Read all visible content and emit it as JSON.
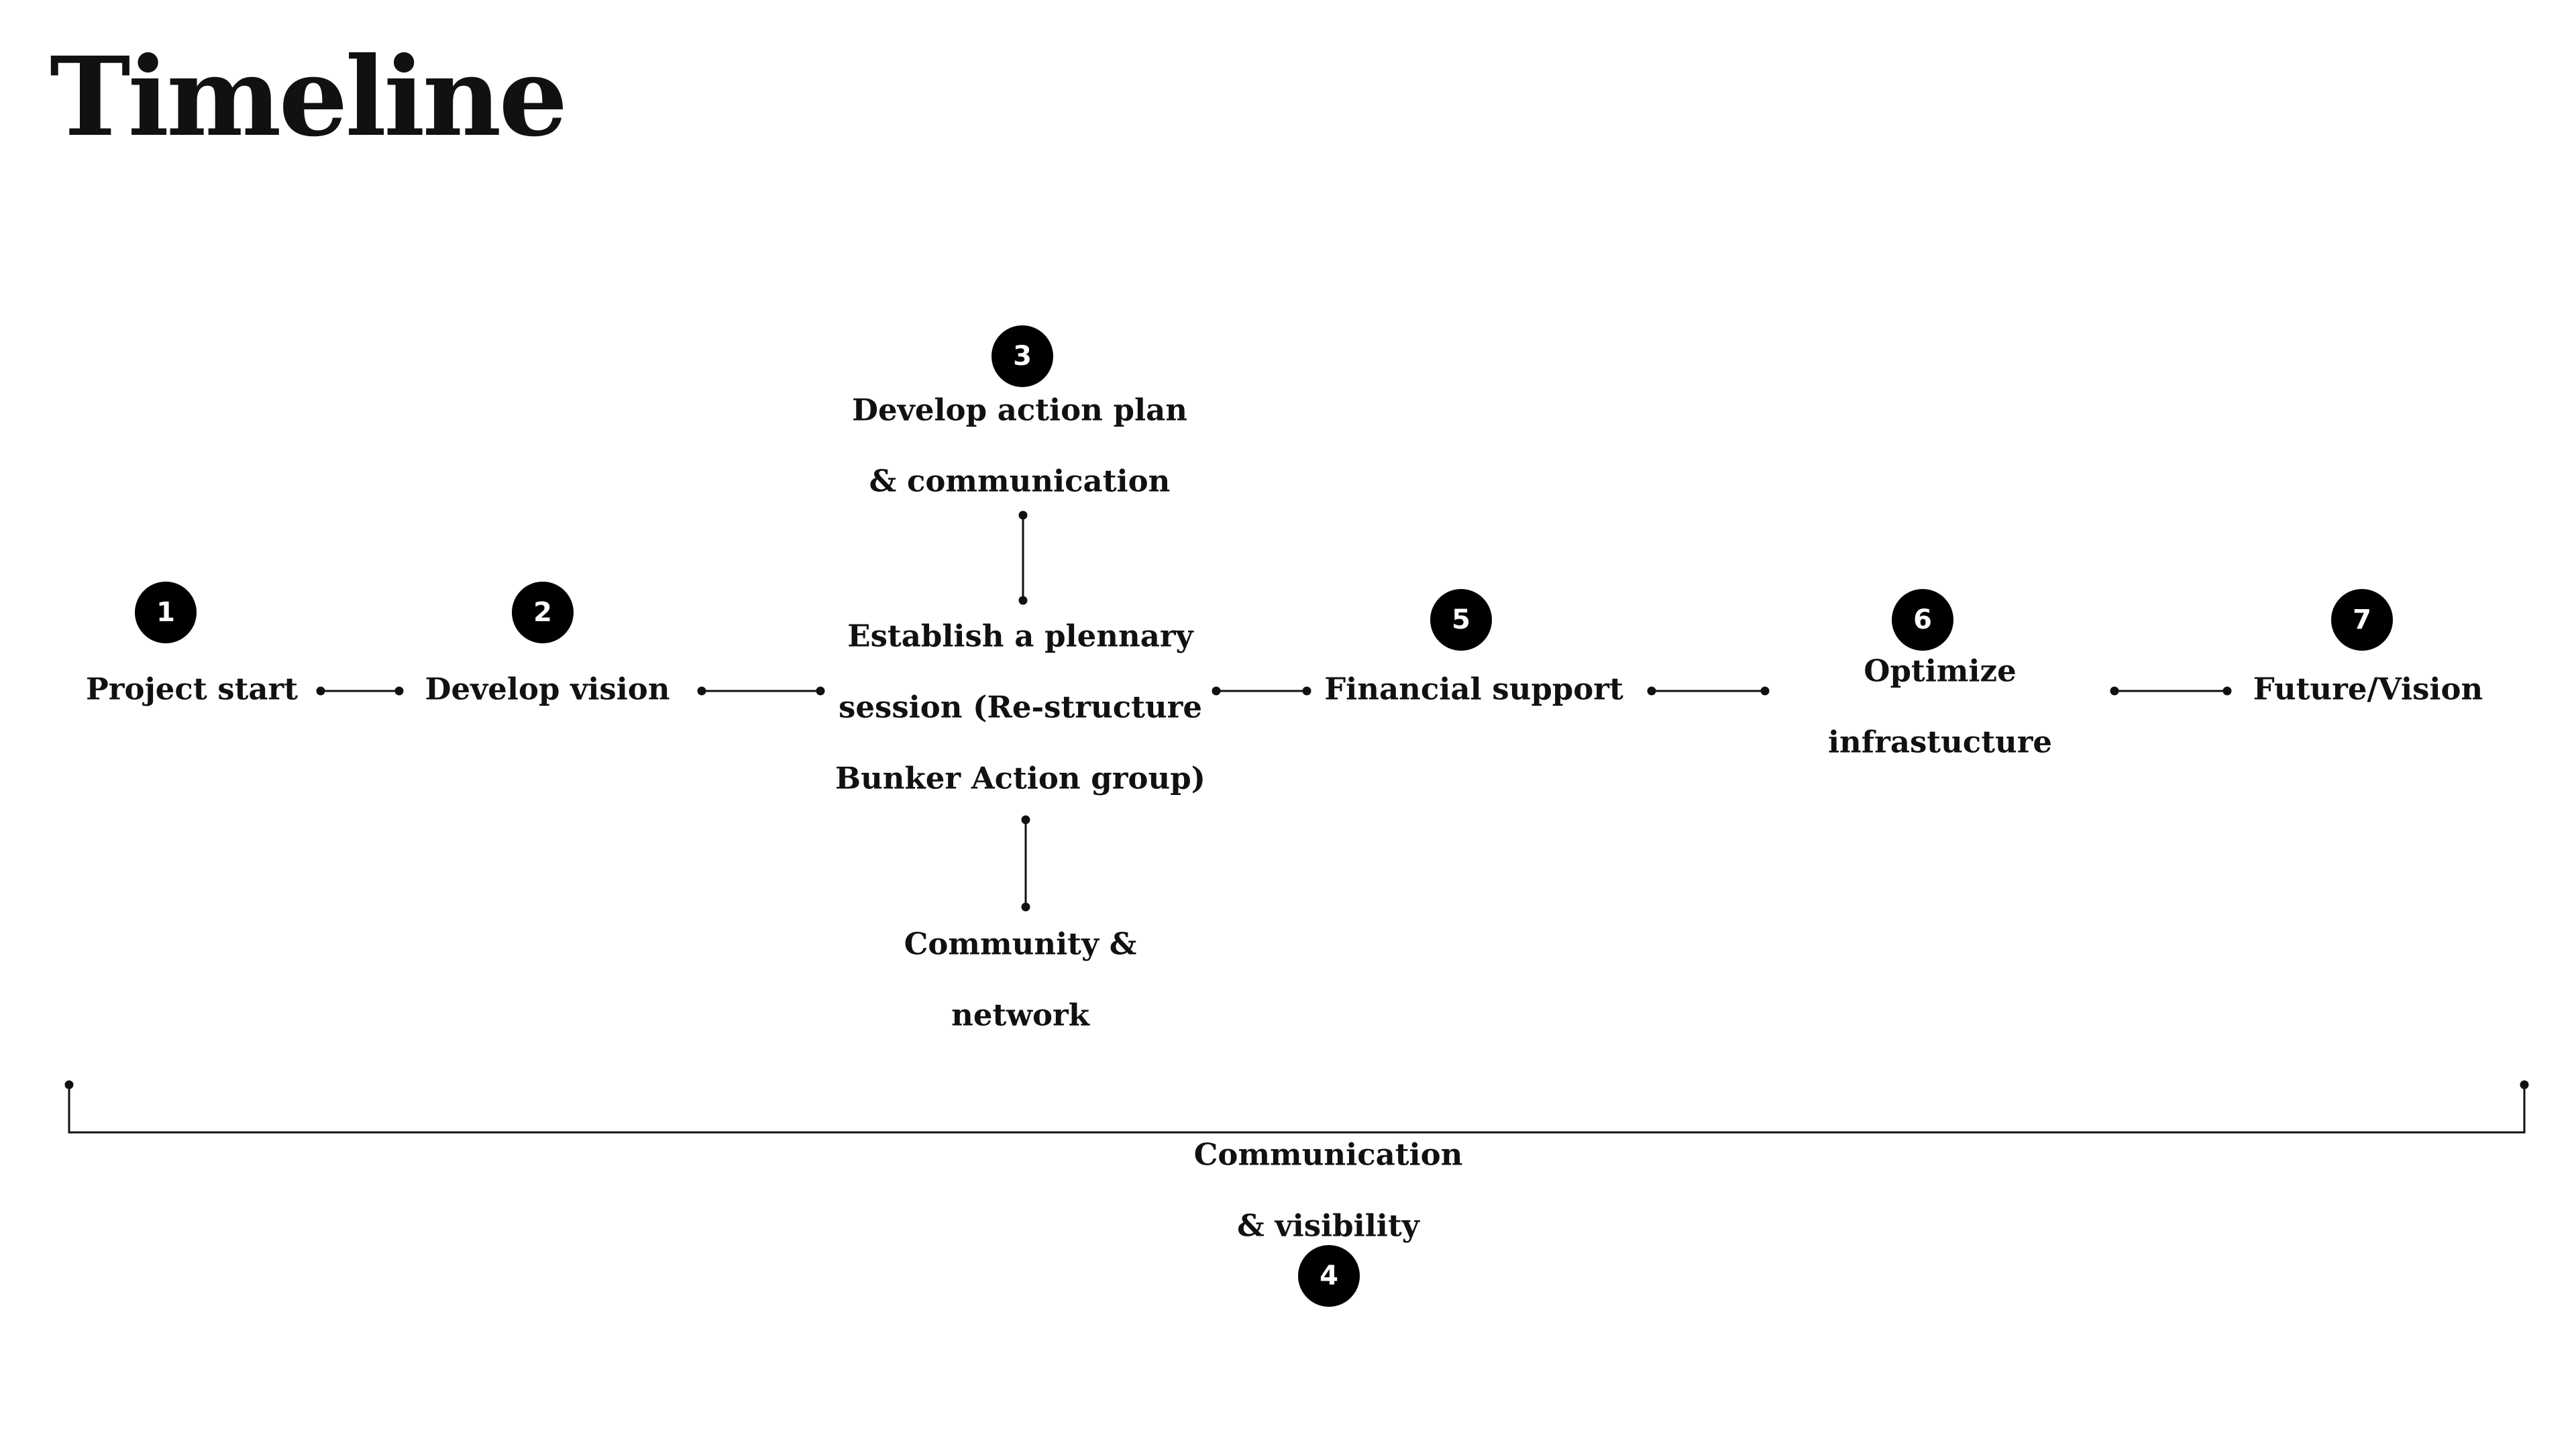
{
  "page": {
    "title": "Timeline"
  },
  "steps": [
    {
      "number": "1",
      "label": [
        "Project  start"
      ]
    },
    {
      "number": "2",
      "label": [
        "Develop vision"
      ]
    },
    {
      "number": "3",
      "label": [
        "Develop action plan",
        "& communication"
      ]
    },
    {
      "number": "",
      "label": [
        "Establish a plennary",
        "session (Re-structure",
        "Bunker Action group)"
      ]
    },
    {
      "number": "",
      "label": [
        "Community &",
        "network"
      ]
    },
    {
      "number": "5",
      "label": [
        "Financial support"
      ]
    },
    {
      "number": "6",
      "label": [
        "Optimize",
        "infrastucture"
      ]
    },
    {
      "number": "7",
      "label": [
        "Future/Vision"
      ]
    },
    {
      "number": "4",
      "label": [
        "Communication",
        "& visibility"
      ]
    }
  ],
  "colors": {
    "ink": "#111111",
    "badge": "#000000",
    "background": "#ffffff"
  }
}
